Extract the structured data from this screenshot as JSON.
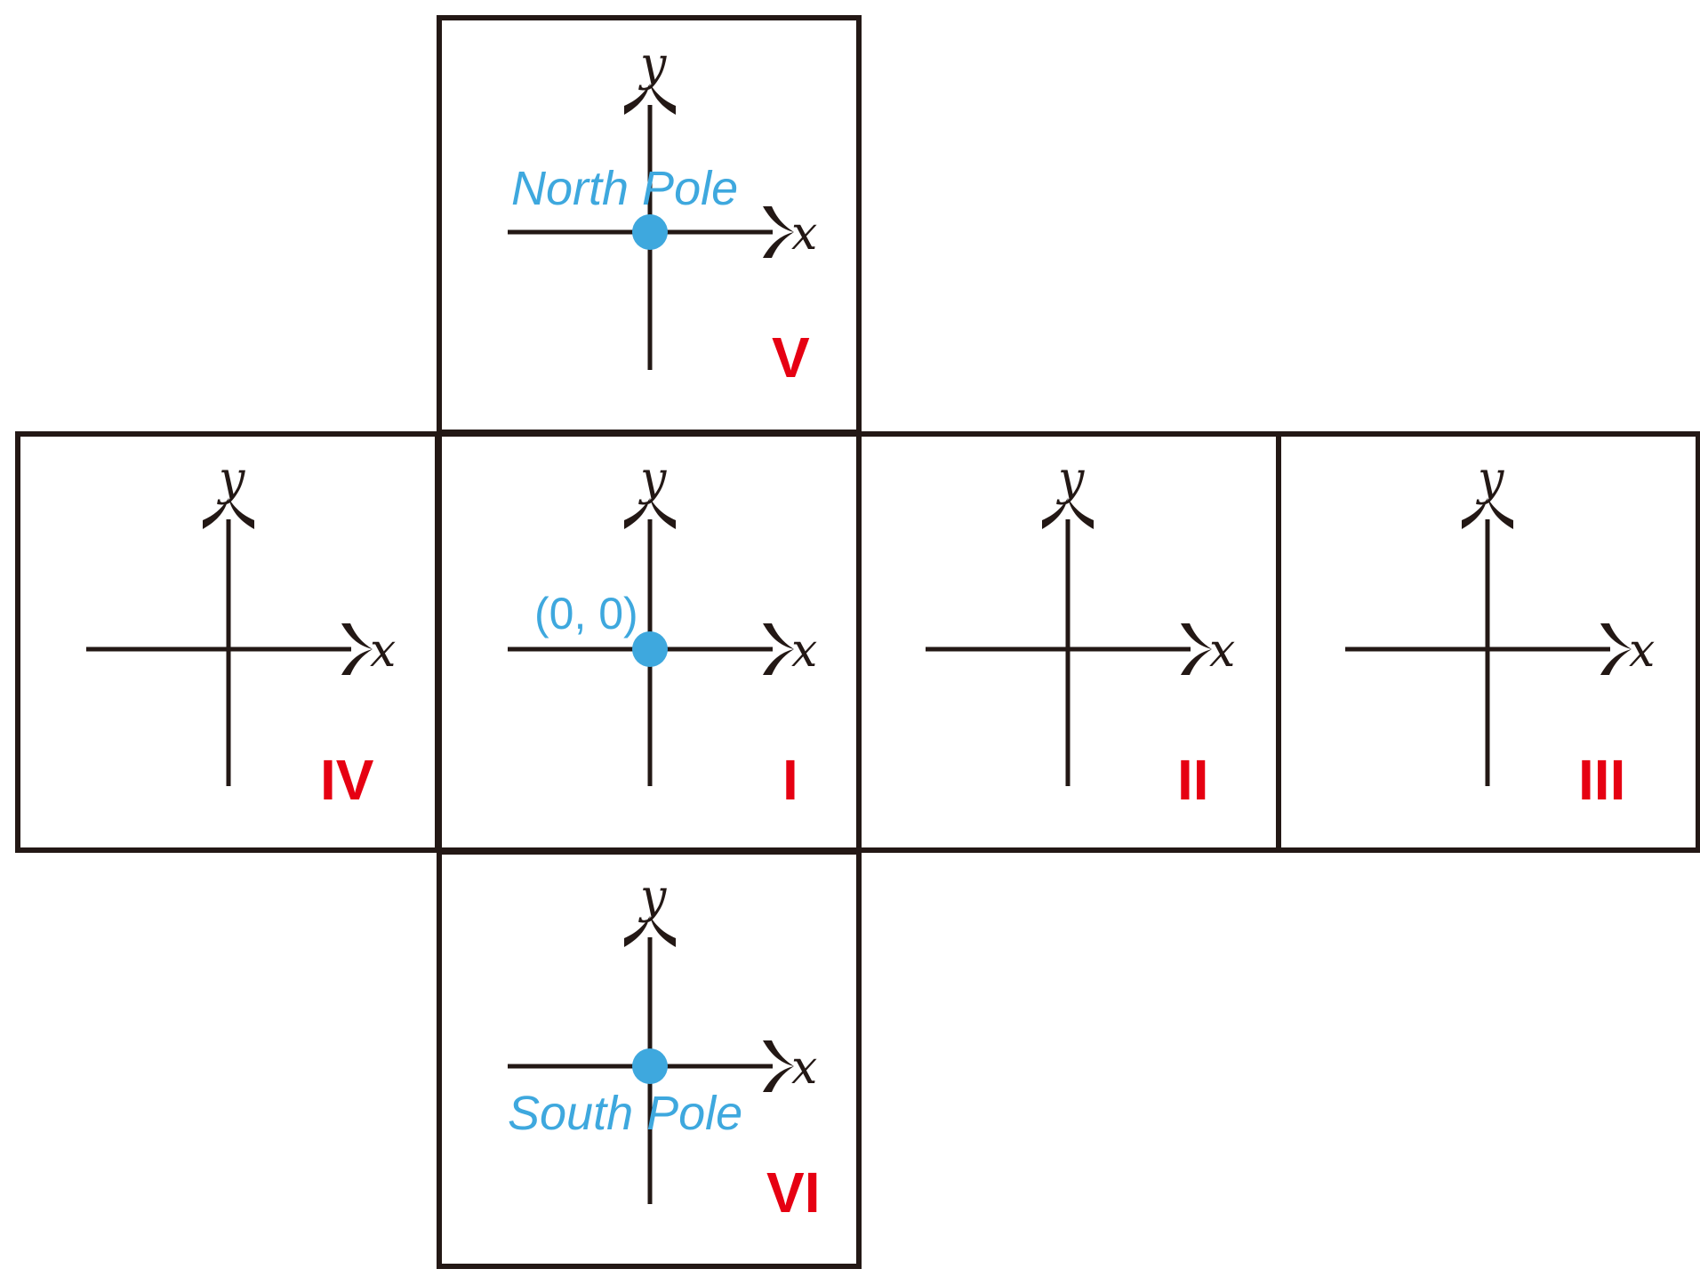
{
  "colors": {
    "line": "#231815",
    "face_label": "#e60012",
    "annotation": "#3ea8de",
    "background": "#ffffff"
  },
  "axis_labels": {
    "x": "x",
    "y": "y"
  },
  "faces": [
    {
      "id": "V",
      "label": "V",
      "annotation": "North Pole",
      "has_marker": true
    },
    {
      "id": "IV",
      "label": "IV",
      "annotation": "",
      "has_marker": false
    },
    {
      "id": "I",
      "label": "I",
      "annotation": "(0, 0)",
      "has_marker": true
    },
    {
      "id": "II",
      "label": "II",
      "annotation": "",
      "has_marker": false
    },
    {
      "id": "III",
      "label": "III",
      "annotation": "",
      "has_marker": false
    },
    {
      "id": "VI",
      "label": "VI",
      "annotation": "South Pole",
      "has_marker": true
    }
  ]
}
